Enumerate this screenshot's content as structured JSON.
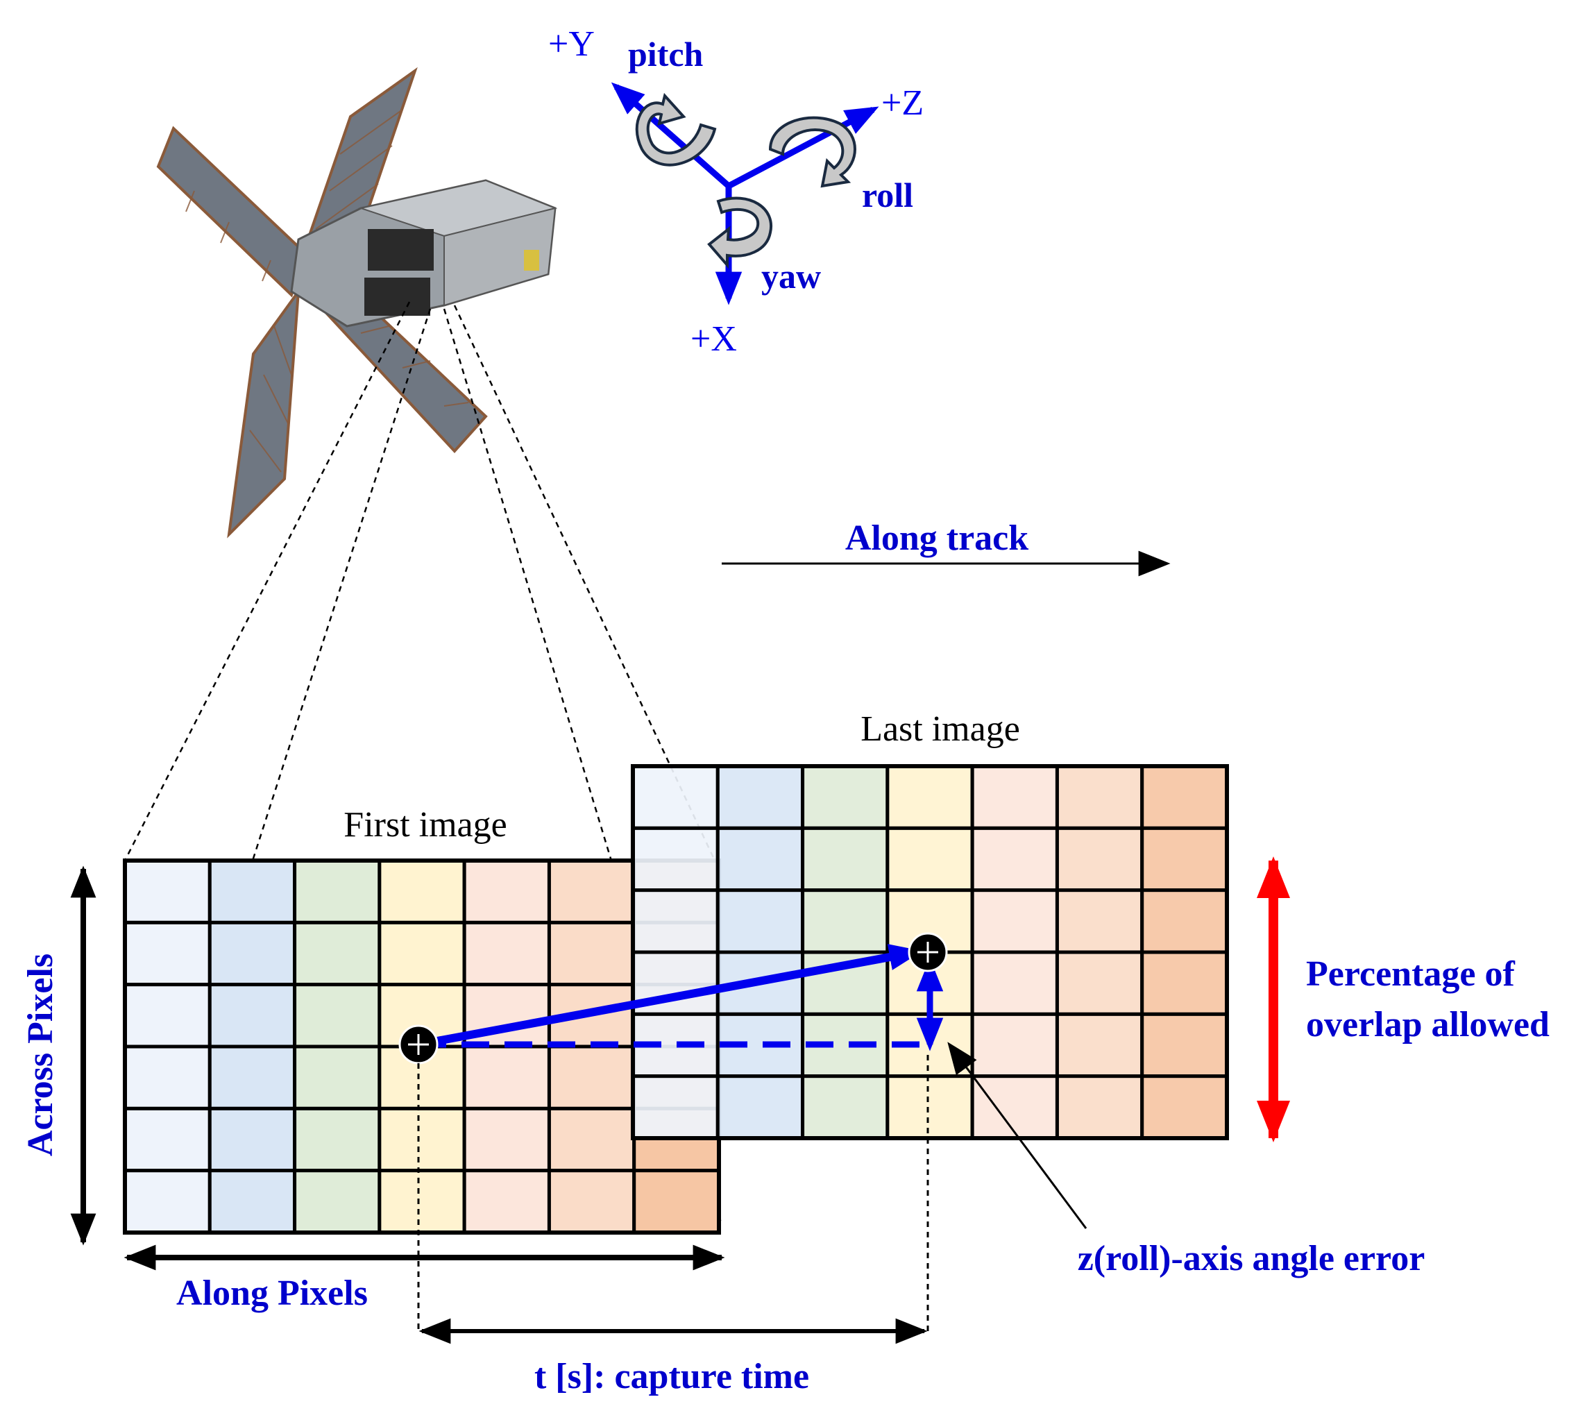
{
  "axes": {
    "plus_y": "+Y",
    "plus_z": "+Z",
    "plus_x": "+X",
    "pitch": "pitch",
    "roll": "roll",
    "yaw": "yaw"
  },
  "labels": {
    "along_track": "Along track",
    "first_image": "First image",
    "last_image": "Last image",
    "across_pixels": "Across Pixels",
    "along_pixels": "Along Pixels",
    "overlap_line1": "Percentage of",
    "overlap_line2": "overlap allowed",
    "roll_error": "z(roll)-axis angle error",
    "capture_time": "t [s]: capture time"
  },
  "colors": {
    "axis_blue": "#0000ee",
    "label_blue": "#0000cc",
    "overlap_red": "#ff0000",
    "grid_columns": [
      "#eef3fb",
      "#d9e6f5",
      "#dfecd8",
      "#fff3d0",
      "#fce6dc",
      "#fadcc8",
      "#f6c6a4"
    ]
  },
  "grids": {
    "columns": 7,
    "rows": 6
  }
}
